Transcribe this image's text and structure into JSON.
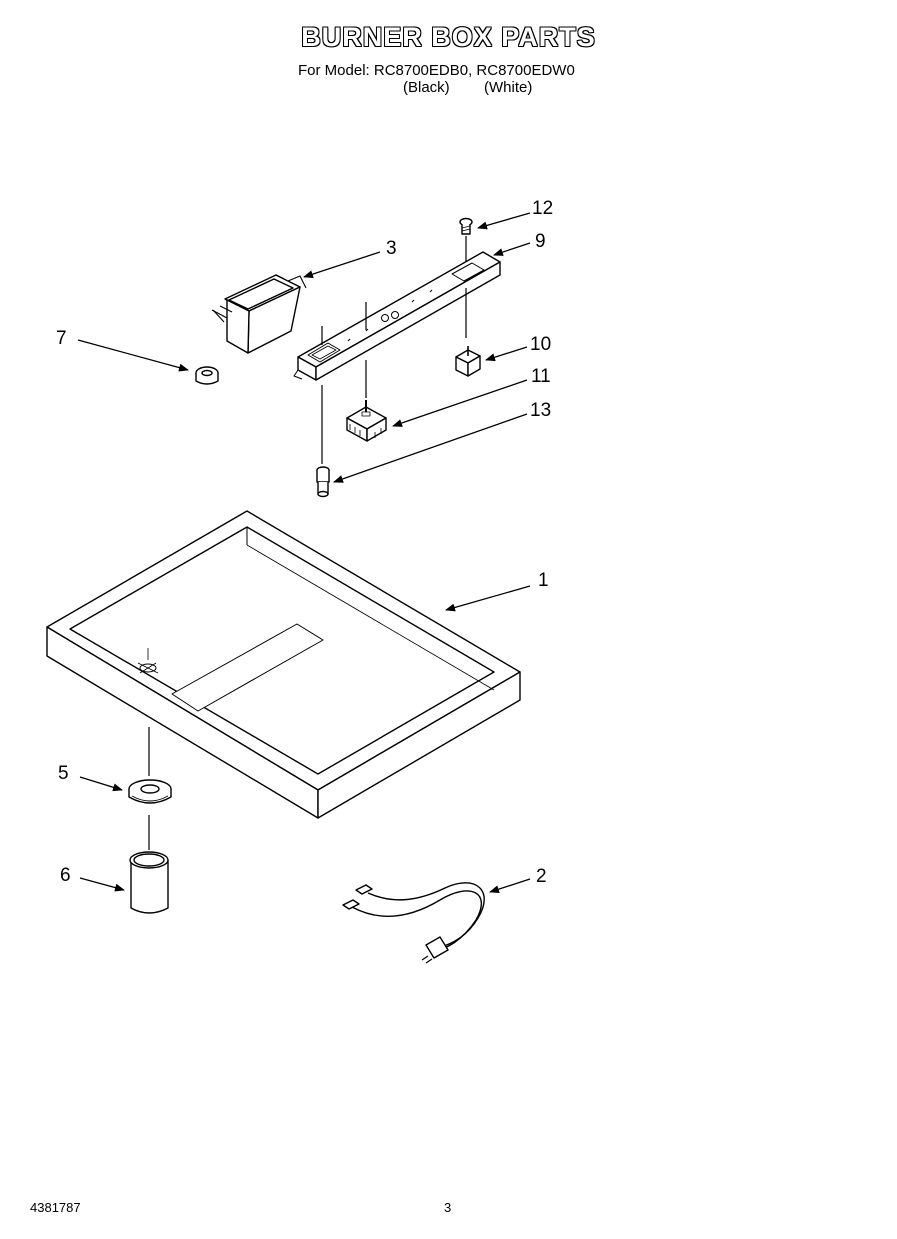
{
  "header": {
    "title": "BURNER BOX PARTS",
    "model_line": "For Model: RC8700EDB0, RC8700EDW0",
    "variant_black": "(Black)",
    "variant_white": "(White)"
  },
  "callouts": {
    "p1": "1",
    "p2": "2",
    "p3": "3",
    "p5": "5",
    "p6": "6",
    "p7": "7",
    "p9": "9",
    "p10": "10",
    "p11": "11",
    "p12": "12",
    "p13": "13"
  },
  "footer": {
    "doc_number": "4381787",
    "page_number": "3"
  }
}
